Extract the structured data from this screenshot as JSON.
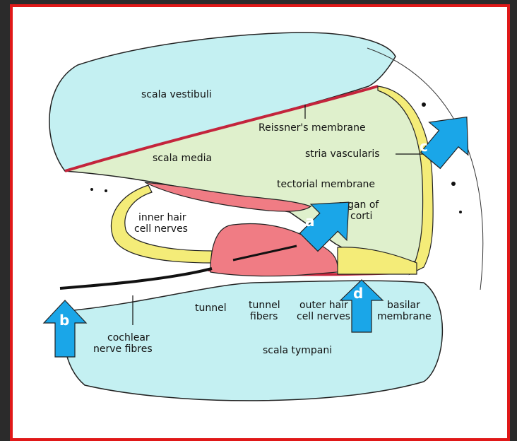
{
  "colors": {
    "frame_bg": "#2b2b2b",
    "border": "#e01818",
    "panel_bg": "#ffffff",
    "scala_fill": "#c4f0f2",
    "media_fill": "#dff0cc",
    "membrane_red": "#c4243c",
    "organ_pink": "#f07c84",
    "cell_yellow": "#f4ec78",
    "arrow_blue": "#1aa6e8"
  },
  "labels": {
    "scala_vestibuli": "scala vestibuli",
    "reissners_membrane": "Reissner's membrane",
    "stria_vascularis": "stria vascularis",
    "scala_media": "scala media",
    "tectorial_membrane": "tectorial membrane",
    "organ_of_corti_1": "organ of",
    "organ_of_corti_2": "corti",
    "inner_hair_1": "inner hair",
    "inner_hair_2": "cell nerves",
    "tunnel": "tunnel",
    "tunnel_fibers_1": "tunnel",
    "tunnel_fibers_2": "fibers",
    "outer_hair_1": "outer hair",
    "outer_hair_2": "cell nerves",
    "basilar_1": "basilar",
    "basilar_2": "membrane",
    "cochlear_1": "cochlear",
    "cochlear_2": "nerve fibres",
    "scala_tympani": "scala tympani"
  },
  "arrows": {
    "a": "a",
    "b": "b",
    "c": "c",
    "d": "d"
  }
}
